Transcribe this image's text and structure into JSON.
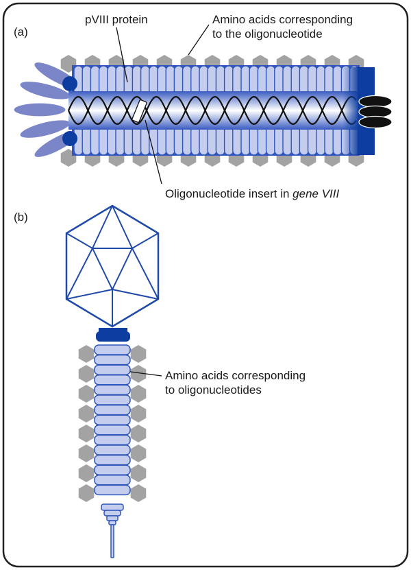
{
  "panel_a": {
    "tag": "(a)",
    "label_pviii": "pVIII protein",
    "label_amino_line1": "Amino acids corresponding",
    "label_amino_line2": "to the oligonucleotide",
    "label_insert_prefix": "Oligonucleotide insert in ",
    "label_insert_gene": "gene VIII"
  },
  "panel_b": {
    "tag": "(b)",
    "label_amino_line1": "Amino acids corresponding",
    "label_amino_line2": "to oligonucleotides"
  },
  "colors": {
    "frame": "#222222",
    "dark_blue": "#0d3d9e",
    "mid_blue": "#2f55b8",
    "light_blue": "#c4cdee",
    "periwinkle": "#7b86c9",
    "hexagon_gray": "#a3a3a3",
    "capsid_blue": "#1f4aa8",
    "black_cap": "#111111"
  },
  "icons": {
    "phage_a": "filamentous-phage-icon",
    "phage_b": "lambda-phage-icon"
  }
}
